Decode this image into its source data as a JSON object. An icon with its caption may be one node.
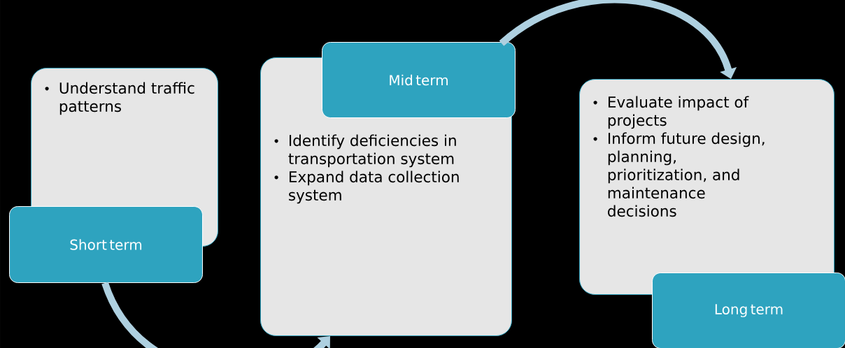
{
  "diagram": {
    "nodes": [
      {
        "text": [
          "Understand traffic patterns"
        ]
      },
      {
        "text": [
          "Short term"
        ]
      },
      {
        "text": [
          "Identify deficiencies in transportation system",
          "Expand data collection system"
        ]
      },
      {
        "text": [
          "Mid term"
        ]
      },
      {
        "text": [
          "Evaluate impact of projects",
          "Inform future design, planning, prioritization, and maintenance decisions"
        ]
      },
      {
        "text": [
          "Long term"
        ]
      }
    ],
    "edges": [
      {
        "from": 1,
        "to": 2,
        "arrow": "to"
      },
      {
        "from": 3,
        "to": 4,
        "arrow": "to"
      }
    ]
  }
}
